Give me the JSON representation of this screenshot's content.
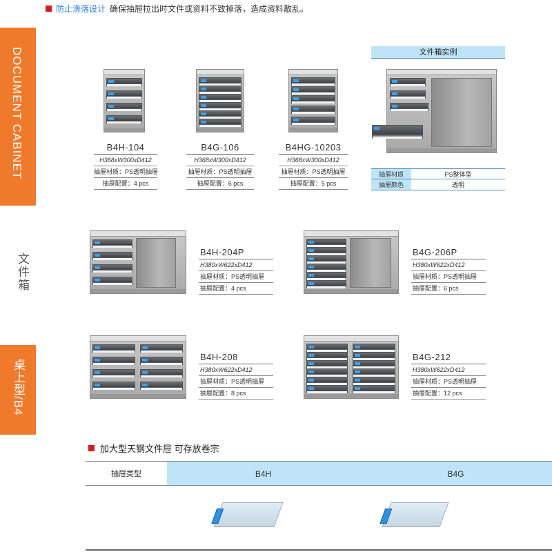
{
  "top_note": {
    "highlight": "防止滑落设计",
    "text": "确保抽屉拉出时文件或资料不致掉落，造成资料散乱。"
  },
  "side": {
    "english": "DOCUMENT CABINET",
    "chinese": "文件箱",
    "type": "桌上型/B4"
  },
  "row1": [
    {
      "model": "B4H-104",
      "size": "H368xW300xD412",
      "material": "抽屉材质：PS透明抽屉",
      "config": "抽屉配置：4 pcs"
    },
    {
      "model": "B4G-106",
      "size": "H368xW300xD412",
      "material": "抽屉材质：PS透明抽屉",
      "config": "抽屉配置：6 pcs"
    },
    {
      "model": "B4HG-10203",
      "size": "H368xW300xD412",
      "material": "抽屉材质：PS透明抽屉",
      "config": "抽屉配置：5 pcs"
    }
  ],
  "example": {
    "title": "文件箱实例",
    "rows": [
      {
        "key": "抽屉材质",
        "value": "PS整体型"
      },
      {
        "key": "抽屉颜色",
        "value": "透明"
      }
    ]
  },
  "row2": [
    {
      "model": "B4H-204P",
      "size": "H380xW622xD412",
      "material": "抽屉材质：PS透明抽屉",
      "config": "抽屉配置：4 pcs"
    },
    {
      "model": "B4G-206P",
      "size": "H380xW622xD412",
      "material": "抽屉材质：PS透明抽屉",
      "config": "抽屉配置：6 pcs"
    }
  ],
  "row3": [
    {
      "model": "B4H-208",
      "size": "H380xW622xD412",
      "material": "抽屉材质：PS透明抽屉",
      "config": "抽屉配置：8 pcs"
    },
    {
      "model": "B4G-212",
      "size": "H380xW622xD412",
      "material": "抽屉材质：PS透明抽屉",
      "config": "抽屉配置：12 pcs"
    }
  ],
  "bottom": {
    "title": "加大型天钢文件屉 可存放卷宗",
    "type_label": "抽屉类型",
    "types": [
      "B4H",
      "B4G"
    ]
  },
  "colors": {
    "orange": "#f07a2b",
    "light_blue": "#bfe4f7",
    "red": "#d7191f",
    "blue_text": "#2f7fd1"
  }
}
